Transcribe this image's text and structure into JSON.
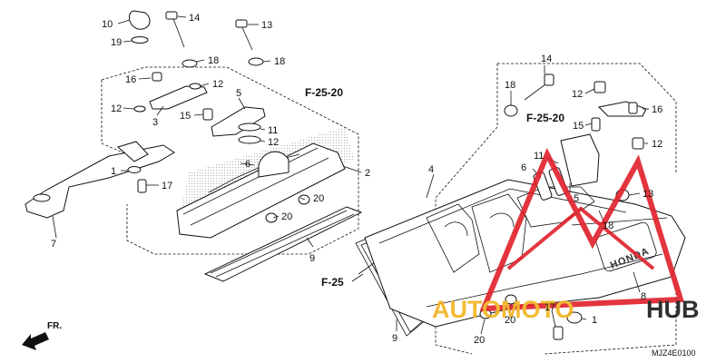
{
  "callouts": [
    "1",
    "2",
    "3",
    "4",
    "5",
    "6",
    "7",
    "8",
    "9",
    "10",
    "11",
    "12",
    "13",
    "14",
    "15",
    "16",
    "17",
    "18",
    "19",
    "20"
  ],
  "references": {
    "f2520": "F-25-20",
    "f25": "F-25"
  },
  "front_label": "FR.",
  "part_code": "MJZ4E0100",
  "embossed_text": "HONDA",
  "watermark": {
    "left": "AUTOMOTO",
    "right": "HUB",
    "color_red": "#e0202a",
    "color_yellow": "#f2b31f",
    "color_dark": "#1a1a1a"
  }
}
